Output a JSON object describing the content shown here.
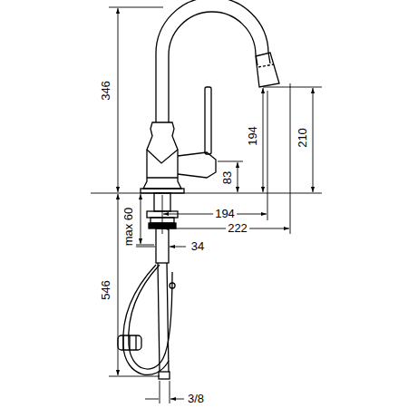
{
  "diagram": {
    "labels": [
      "346",
      "194",
      "210",
      "83",
      "194",
      "222",
      "max 60",
      "34",
      "546",
      "3/8"
    ]
  }
}
